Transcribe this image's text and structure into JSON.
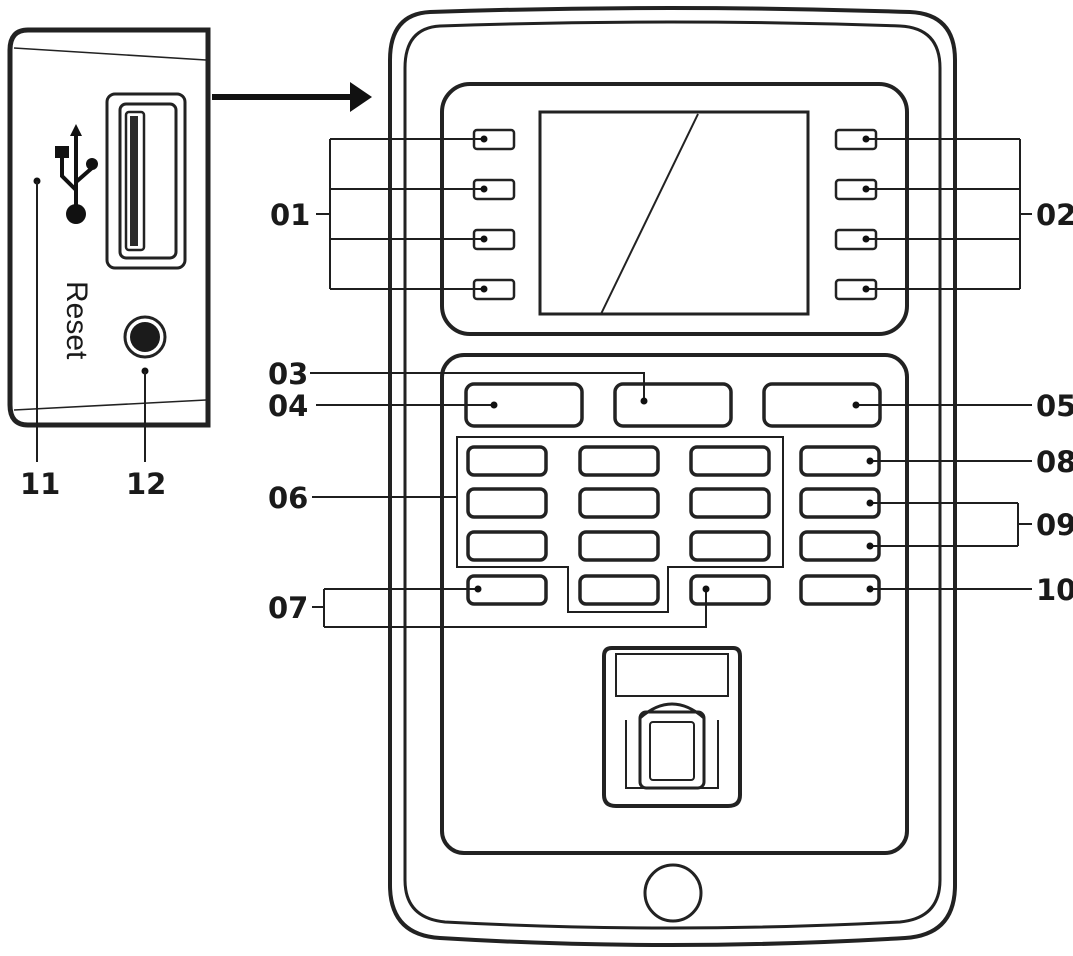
{
  "labels": {
    "l01": "01",
    "l02": "02",
    "l03": "03",
    "l04": "04",
    "l05": "05",
    "l06": "06",
    "l07": "07",
    "l08": "08",
    "l09": "09",
    "l10": "10",
    "l11": "11",
    "l12": "12"
  },
  "side_panel": {
    "reset_text": "Reset"
  },
  "icons": {
    "usb": "usb-icon",
    "arrow": "arrow-right-icon",
    "fingerprint": "fingerprint-sensor",
    "reset_hole": "reset-button"
  }
}
